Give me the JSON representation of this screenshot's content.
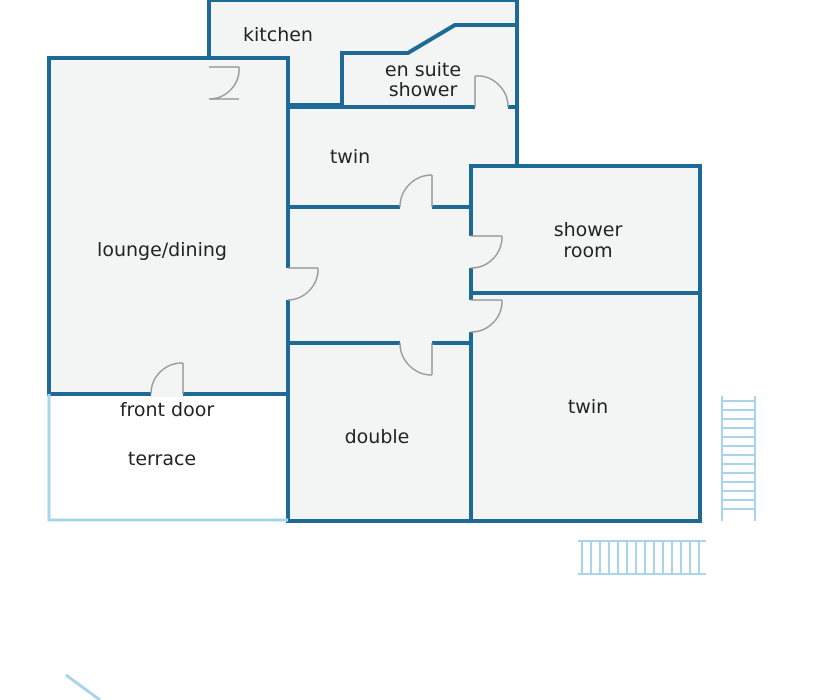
{
  "colors": {
    "wall": "#1e6a96",
    "floor": "#f3f4f4",
    "light": "#a8d4ec",
    "door": "#9a9a9a",
    "text": "#222222"
  },
  "rooms": {
    "kitchen": "kitchen",
    "ensuite_line1": "en suite",
    "ensuite_line2": "shower",
    "twin_upper": "twin",
    "lounge": "lounge/dining",
    "shower_line1": "shower",
    "shower_line2": "room",
    "twin_lower": "twin",
    "double": "double",
    "terrace": "terrace"
  },
  "front_door": "front door"
}
